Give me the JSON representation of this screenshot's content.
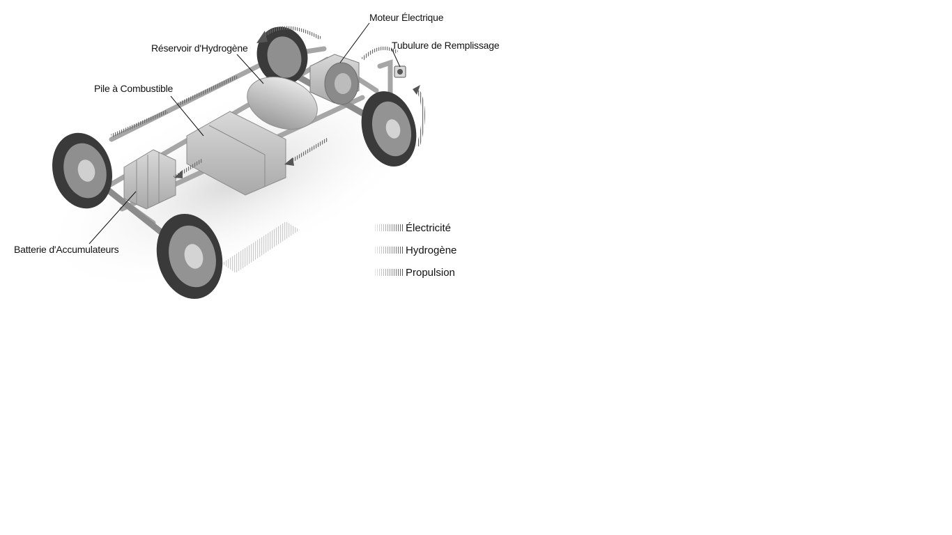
{
  "labels": {
    "moteur": "Moteur Électrique",
    "tubulure": "Tubulure de Remplissage",
    "reservoir": "Réservoir d'Hydrogène",
    "pile": "Pile à Combustible",
    "batterie": "Batterie d'Accumulateurs"
  },
  "legend": [
    {
      "label": "Électricité"
    },
    {
      "label": "Hydrogène"
    },
    {
      "label": "Propulsion"
    }
  ],
  "colors": {
    "tire": "#3a3a3a",
    "body": "#bdbdbd",
    "flow": "#7a7a7a"
  }
}
